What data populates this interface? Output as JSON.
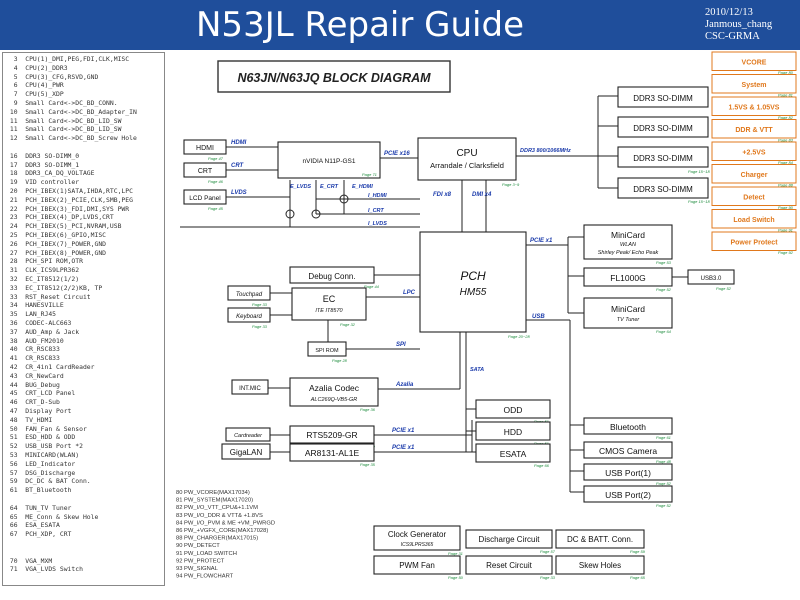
{
  "header": {
    "title": "N53JL Repair Guide",
    "meta": [
      "2010/12/13",
      "Janmous_chang",
      "CSC-GRMA"
    ]
  },
  "toc": [
    {
      "n": "3",
      "t": "CPU(1)_DMI,PEG,FDI,CLK,MISC"
    },
    {
      "n": "4",
      "t": "CPU(2)_DDR3"
    },
    {
      "n": "5",
      "t": "CPU(3)_CFG,RSVD,GND"
    },
    {
      "n": "6",
      "t": "CPU(4)_PWR"
    },
    {
      "n": "7",
      "t": "CPU(5)_XDP"
    },
    {
      "n": "9",
      "t": "Small Card<->DC_BD_CONN."
    },
    {
      "n": "10",
      "t": "Small Card<->DC_BD_Adapter_IN"
    },
    {
      "n": "11",
      "t": "Small Card<->DC_BD_LID_SW"
    },
    {
      "n": "11",
      "t": "Small Card<->DC_BD_LID_SW"
    },
    {
      "n": "12",
      "t": "Small Card<->DC_BD_Screw Hole"
    },
    {
      "n": "",
      "t": ""
    },
    {
      "n": "16",
      "t": "DDR3 SO-DIMM_0"
    },
    {
      "n": "17",
      "t": "DDR3 SO-DIMM_1"
    },
    {
      "n": "18",
      "t": "DDR3_CA_DQ_VOLTAGE"
    },
    {
      "n": "19",
      "t": "VID controller"
    },
    {
      "n": "20",
      "t": "PCH_IBEX(1)SATA,IHDA,RTC,LPC"
    },
    {
      "n": "21",
      "t": "PCH_IBEX(2)_PCIE,CLK,SMB,PEG"
    },
    {
      "n": "22",
      "t": "PCH_IBEX(3)_FDI,DMI,SYS PWR"
    },
    {
      "n": "23",
      "t": "PCH_IBEX(4)_DP,LVDS,CRT"
    },
    {
      "n": "24",
      "t": "PCH_IBEX(5)_PCI,NVRAM,USB"
    },
    {
      "n": "25",
      "t": "PCH_IBEX(6)_GPIO,MISC"
    },
    {
      "n": "26",
      "t": "PCH_IBEX(7)_POWER,GND"
    },
    {
      "n": "27",
      "t": "PCH_IBEX(8)_POWER,GND"
    },
    {
      "n": "28",
      "t": "PCH_SPI ROM,OTR"
    },
    {
      "n": "31",
      "t": "CLK_ICS9LPR362"
    },
    {
      "n": "32",
      "t": "EC_IT8512(1/2)"
    },
    {
      "n": "33",
      "t": "EC_IT8512(2/2)KB, TP"
    },
    {
      "n": "33",
      "t": "RST_Reset Circuit"
    },
    {
      "n": "34",
      "t": "HANESVILLE"
    },
    {
      "n": "35",
      "t": "LAN_RJ45"
    },
    {
      "n": "36",
      "t": "CODEC-ALC663"
    },
    {
      "n": "37",
      "t": "AUD_Amp & Jack"
    },
    {
      "n": "38",
      "t": "AUD_FM2010"
    },
    {
      "n": "40",
      "t": "CR_RSC833"
    },
    {
      "n": "41",
      "t": "CR_RSC833"
    },
    {
      "n": "42",
      "t": "CR_4in1 CardReader"
    },
    {
      "n": "43",
      "t": "CR_NewCard"
    },
    {
      "n": "44",
      "t": "BUG_Debug"
    },
    {
      "n": "45",
      "t": "CRT_LCD Panel"
    },
    {
      "n": "46",
      "t": "CRT_D-Sub"
    },
    {
      "n": "47",
      "t": "Display Port"
    },
    {
      "n": "48",
      "t": "TV_HDMI"
    },
    {
      "n": "50",
      "t": "FAN_Fan & Sensor"
    },
    {
      "n": "51",
      "t": "ESD_HDD & ODD"
    },
    {
      "n": "52",
      "t": "USB_USB Port *2"
    },
    {
      "n": "53",
      "t": "MINICARD(WLAN)"
    },
    {
      "n": "56",
      "t": "LED_Indicator"
    },
    {
      "n": "57",
      "t": "DSG_Discharge"
    },
    {
      "n": "59",
      "t": "DC_DC & BAT Conn."
    },
    {
      "n": "61",
      "t": "BT_Bluetooth"
    },
    {
      "n": "",
      "t": ""
    },
    {
      "n": "64",
      "t": "TUN_TV Tuner"
    },
    {
      "n": "65",
      "t": "ME_Conn & Skew Hole"
    },
    {
      "n": "66",
      "t": "ESA_ESATA"
    },
    {
      "n": "67",
      "t": "PCH_XDP, CRT"
    },
    {
      "n": "",
      "t": ""
    },
    {
      "n": "",
      "t": ""
    },
    {
      "n": "70",
      "t": "VGA_MXM"
    },
    {
      "n": "71",
      "t": "VGA_LVDS Switch"
    }
  ],
  "diagram": {
    "title": "N63JN/N63JQ BLOCK DIAGRAM",
    "blocks": {
      "cpu": "CPU",
      "cpu_sub": "Arrandale / Clarksfield",
      "gpu": "nVIDIA N11P-GS1",
      "pch": "PCH",
      "pch_sub": "HM55",
      "ec": "EC",
      "ec_sub": "ITE IT8570",
      "azalia": "Azalia Codec",
      "azalia_sub": "ALC269Q-VB5-GR",
      "spi": "SPI ROM",
      "debug": "Debug Conn.",
      "touchpad": "Touchpad",
      "keyboard": "Keyboard",
      "intmic": "INT.MIC",
      "hdmi": "HDMI",
      "crt": "CRT",
      "lcd": "LCD Panel",
      "cardreader": "Cardreader",
      "rts": "RTS5209-GR",
      "gigalan": "GigaLAN",
      "ar": "AR8131-AL1E",
      "odd": "ODD",
      "hdd": "HDD",
      "esata": "ESATA",
      "minicard1": "MiniCard",
      "minicard1_sub1": "WLAN",
      "minicard1_sub2": "Shirley Peak/ Echo Peak",
      "fl1000g": "FL1000G",
      "usb30": "USB3.0",
      "minicard2": "MiniCard",
      "minicard2_sub": "TV Tuner",
      "bluetooth": "Bluetooth",
      "cmos": "CMOS Camera",
      "usb1": "USB Port(1)",
      "usb2": "USB Port(2)",
      "ddr": [
        "DDR3 SO-DIMM",
        "DDR3 SO-DIMM",
        "DDR3 SO-DIMM",
        "DDR3 SO-DIMM"
      ]
    },
    "signals": {
      "hdmi": "HDMI",
      "crt": "CRT",
      "lvds": "LVDS",
      "pcie16": "PCIE x16",
      "ddr3": "DDR3 800/1066MHz",
      "fdi": "FDI x8",
      "dmi": "DMI x4",
      "i_hdmi": "I_HDMI",
      "i_crt": "I_CRT",
      "i_lvds": "I_LVDS",
      "e_lvds": "E_LVDS",
      "e_crt": "E_CRT",
      "e_hdmi": "E_HDMI",
      "lpc": "LPC",
      "spi": "SPI",
      "azalia": "Azalia",
      "sata": "SATA",
      "usb": "USB",
      "pcie1a": "PCIE x1",
      "pcie1b": "PCIE x1",
      "pcie1c": "PCIE x1"
    },
    "power_items": [
      "VCORE",
      "System",
      "1.5VS & 1.05VS",
      "DDR & VTT",
      "+2.5VS",
      "Charger",
      "Detect",
      "Load Switch",
      "Power Protect"
    ],
    "power_list": [
      "80  PW_VCORE(MAX17034)",
      "81  PW_SYSTEM(MAX17020)",
      "82  PW_I/O_VTT_CPU&+1.1VM",
      "83  PW_I/O_DDR & VTT& +1.8VS",
      "84  PW_I/O_PVM & ME +VM_PWRGD",
      "86  PW_+VGFX_CORE(MAX17028)",
      "88  PW_CHARGER(MAX17015)",
      "90  PW_DETECT",
      "91  PW_LOAD SWITCH",
      "92  PW_PROTECT",
      "93  PW_SIGNAL",
      "94  PW_FLOWCHART"
    ],
    "bottom_buttons": {
      "clock": "Clock Generator",
      "clock_sub": "ICS9LPRS365",
      "discharge": "Discharge Circuit",
      "dc_batt": "DC & BATT. Conn.",
      "pwm": "PWM Fan",
      "reset": "Reset Circuit",
      "skew": "Skew Holes"
    },
    "page_refs": {
      "cpu": "Page 3~9",
      "pch": "Page 20~28",
      "gpu": "Page 71",
      "ddr": [
        "Page 15~18",
        "Page 15~18"
      ],
      "hdmi": "Page 47",
      "crt": "Page 46",
      "lcd": "Page 45",
      "ec": "Page 32",
      "touchpad": "Page 33",
      "keyboard": "Page 33",
      "spi": "Page 28",
      "debug": "Page 44",
      "azalia": "Page 36",
      "rts": "Page 40",
      "ar": "Page 35",
      "odd": "Page 51",
      "hdd": "Page 51",
      "esata": "Page 66",
      "minicard1": "Page 53",
      "fl1000g": "Page 52",
      "usb30": "Page 52",
      "minicard2": "Page 64",
      "bluetooth": "Page 61",
      "cmos": "Page 48",
      "usb1": "Page 52",
      "usb2": "Page 52",
      "clock": "Page 31",
      "discharge": "Page 57",
      "dc_batt": "Page 59",
      "pwm": "Page 50",
      "reset": "Page 33",
      "skew": "Page 65",
      "power": [
        "Page 80",
        "Page 81",
        "Page 82",
        "Page 83",
        "Page 84",
        "Page 88",
        "Page 90",
        "Page 91",
        "Page 92"
      ]
    }
  },
  "colors": {
    "header": "#1f4e9b",
    "signal": "#1a3aaa",
    "pageref": "#1a8a3a",
    "power": "#e0781c"
  }
}
